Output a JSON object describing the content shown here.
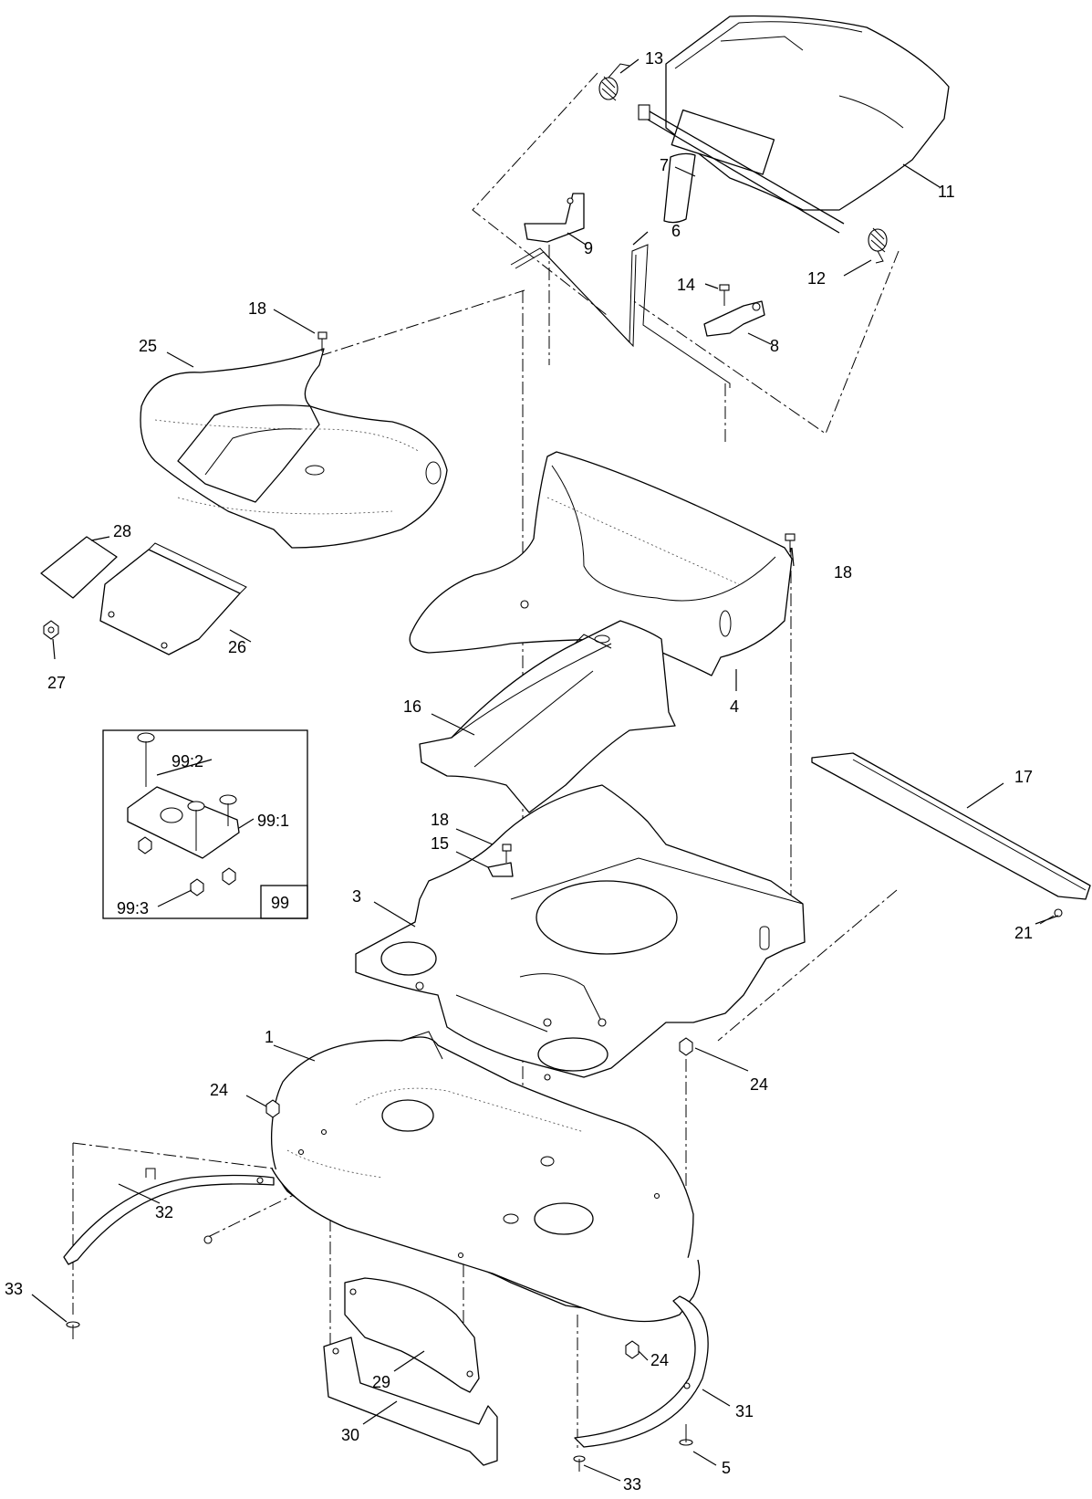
{
  "diagram": {
    "callouts": {
      "c1": "1",
      "c3": "3",
      "c4": "4",
      "c5": "5",
      "c6": "6",
      "c7": "7",
      "c8": "8",
      "c9": "9",
      "c11": "11",
      "c12": "12",
      "c13": "13",
      "c14": "14",
      "c15": "15",
      "c16": "16",
      "c17": "17",
      "c18a": "18",
      "c18b": "18",
      "c18c": "18",
      "c21": "21",
      "c24a": "24",
      "c24b": "24",
      "c24c": "24",
      "c25": "25",
      "c26": "26",
      "c27": "27",
      "c28": "28",
      "c29": "29",
      "c30": "30",
      "c31": "31",
      "c32": "32",
      "c33a": "33",
      "c33b": "33"
    },
    "inset": {
      "box_label": "99",
      "c99_1": "99:1",
      "c99_2": "99:2",
      "c99_3": "99:3"
    }
  }
}
